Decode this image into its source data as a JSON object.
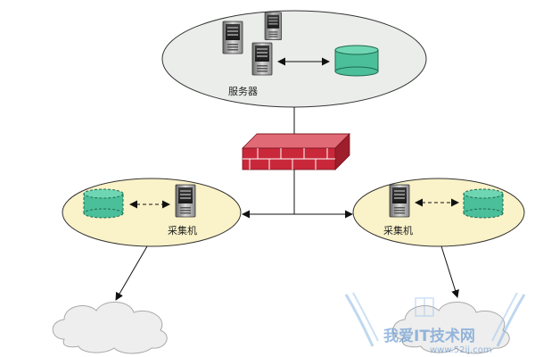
{
  "server_zone": {
    "label": "服务器"
  },
  "collector_left": {
    "label": "采集机"
  },
  "collector_right": {
    "label": "采集机"
  },
  "watermark": {
    "title": "我爱IT技术网",
    "url": "www.52ij.com"
  },
  "colors": {
    "server_zone_fill": "#ebedeb",
    "collector_zone_fill": "#faf2c8",
    "firewall": "#c9283a",
    "database": "#4bbf9a",
    "cloud": "#eeeeee",
    "watermark": "#4a86c8"
  },
  "icons": [
    "server-icon",
    "database-icon",
    "firewall-icon",
    "cloud-icon"
  ]
}
